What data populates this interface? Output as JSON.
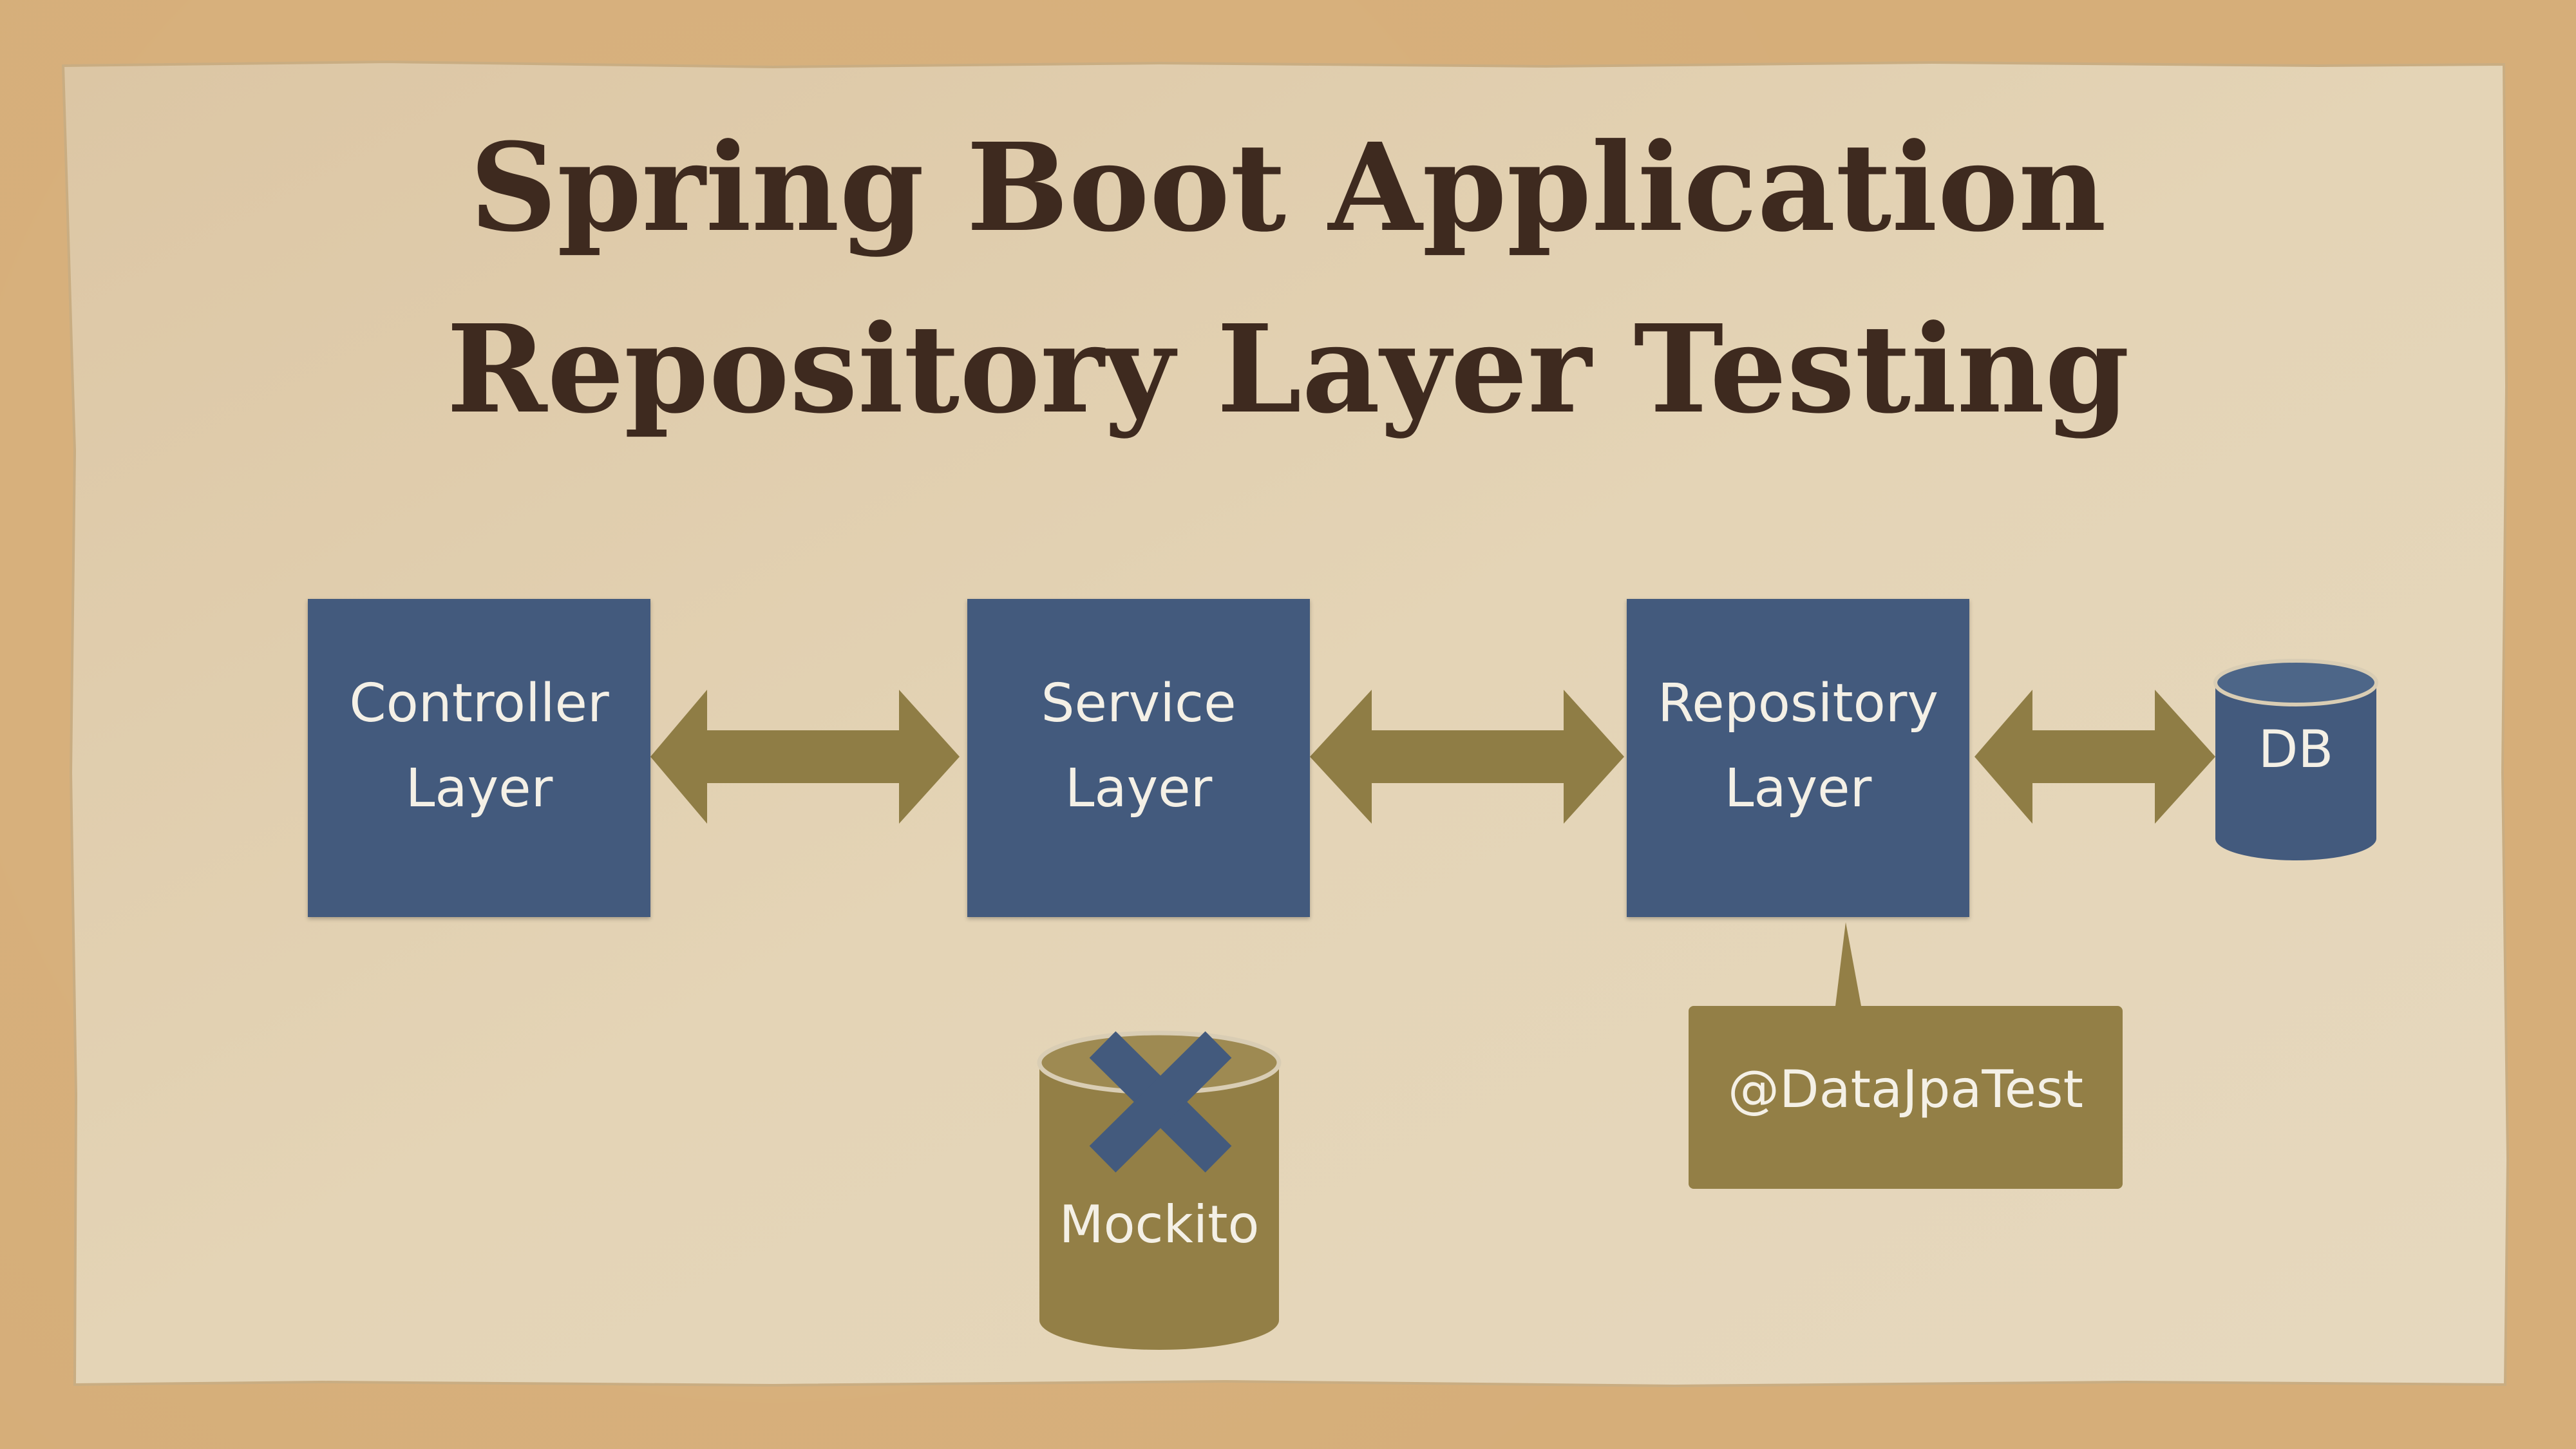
{
  "slide": {
    "title_line_1": "Spring Boot Application",
    "title_line_2": "Repository Layer Testing"
  },
  "layers": [
    {
      "line_1": "Controller",
      "line_2": "Layer"
    },
    {
      "line_1": "Service",
      "line_2": "Layer"
    },
    {
      "line_1": "Repository",
      "line_2": "Layer"
    }
  ],
  "database": {
    "label": "DB"
  },
  "mock": {
    "label": "Mockito",
    "status_icon": "cross-icon"
  },
  "annotation": {
    "label": "@DataJpaTest"
  },
  "colors": {
    "title_text": "#3e2a1f",
    "layer_fill": "#435a7d",
    "connector_fill": "#8f7d45",
    "annotation_fill": "#937f46",
    "paper": "#e2d1b2",
    "background": "#d6ae79"
  }
}
